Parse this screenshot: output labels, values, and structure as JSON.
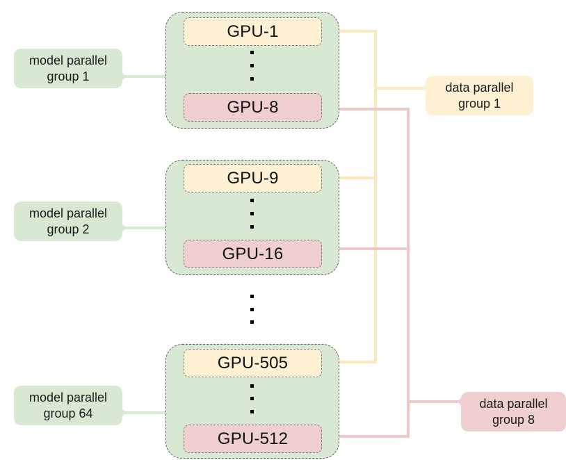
{
  "diagram": {
    "colors": {
      "model_group_fill": "#d9e8d3",
      "data_group_1_color": "#fbe8bd",
      "data_group_8_color": "#eac9cb",
      "gpu_first_fill": "#fdf0d3",
      "gpu_last_fill": "#efcfcf"
    },
    "model_groups": [
      {
        "label_line1": "model parallel",
        "label_line2": "group 1",
        "first_gpu": "GPU-1",
        "last_gpu": "GPU-8"
      },
      {
        "label_line1": "model parallel",
        "label_line2": "group 2",
        "first_gpu": "GPU-9",
        "last_gpu": "GPU-16"
      },
      {
        "label_line1": "model parallel",
        "label_line2": "group 64",
        "first_gpu": "GPU-505",
        "last_gpu": "GPU-512"
      }
    ],
    "data_groups": [
      {
        "label_line1": "data parallel",
        "label_line2": "group 1",
        "members": [
          "GPU-1",
          "GPU-9",
          "GPU-505"
        ]
      },
      {
        "label_line1": "data parallel",
        "label_line2": "group 8",
        "members": [
          "GPU-8",
          "GPU-16",
          "GPU-512"
        ]
      }
    ],
    "ellipsis": "⋮"
  }
}
